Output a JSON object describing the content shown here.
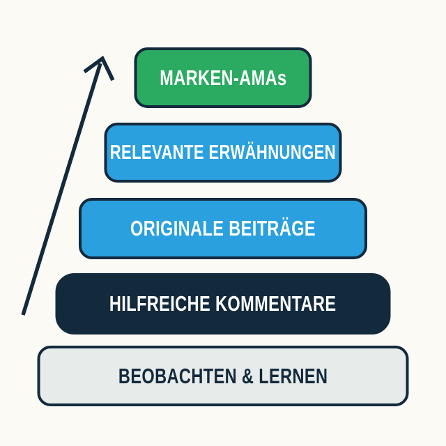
{
  "diagram": {
    "title": "content-pyramid",
    "background_color": "#fbfaf5",
    "border_color": "#132a3d",
    "levels": [
      {
        "rank": 1,
        "label": "MARKEN-AMAs",
        "fill": "#2bab61",
        "text_color": "#ffffff"
      },
      {
        "rank": 2,
        "label": "RELEVANTE ERWÄHNUNGEN",
        "fill": "#2aa0df",
        "text_color": "#ffffff"
      },
      {
        "rank": 3,
        "label": "ORIGINALE BEITRÄGE",
        "fill": "#2aa0df",
        "text_color": "#ffffff"
      },
      {
        "rank": 4,
        "label": "HILFREICHE KOMMENTARE",
        "fill": "#132a3d",
        "text_color": "#ffffff"
      },
      {
        "rank": 5,
        "label": "BEOBACHTEN & LERNEN",
        "fill": "#e7ebe9",
        "text_color": "#132a3d"
      }
    ],
    "arrow": {
      "direction": "up",
      "color": "#132a3d"
    }
  }
}
